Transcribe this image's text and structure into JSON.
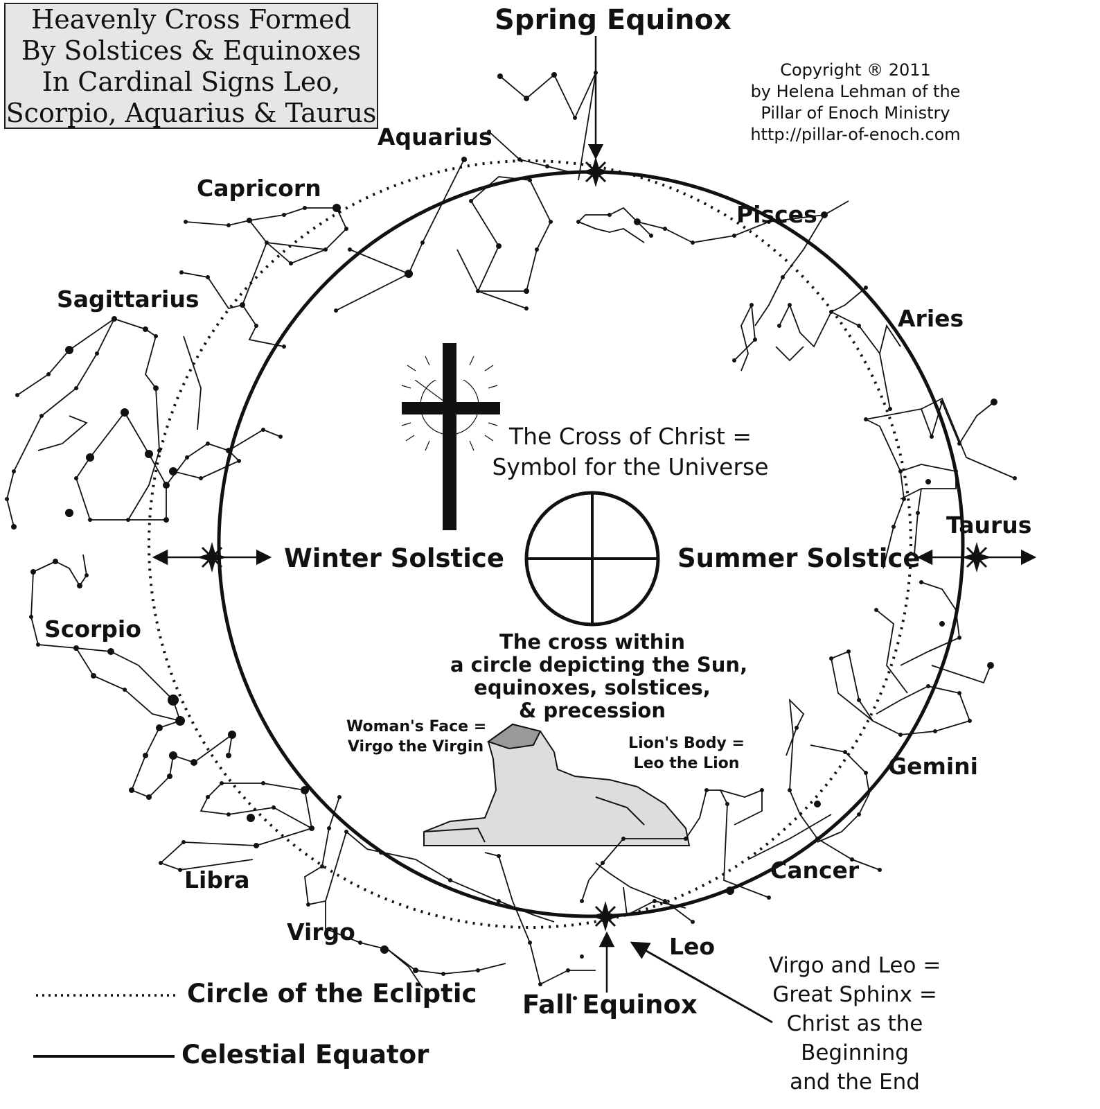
{
  "title_lines": [
    "Heavenly Cross Formed",
    "By Solstices & Equinoxes",
    "In Cardinal Signs Leo,",
    "Scorpio, Aquarius & Taurus"
  ],
  "copyright_lines": [
    "Copyright ® 2011",
    "by Helena Lehman of the",
    "Pillar of Enoch Ministry",
    "http://pillar-of-enoch.com"
  ],
  "equinox": {
    "spring": "Spring Equinox",
    "fall": "Fall Equinox"
  },
  "solstice": {
    "winter": "Winter Solstice",
    "summer": "Summer Solstice"
  },
  "constellations": {
    "aquarius": "Aquarius",
    "capricorn": "Capricorn",
    "sagittarius": "Sagittarius",
    "scorpio": "Scorpio",
    "libra": "Libra",
    "virgo": "Virgo",
    "leo": "Leo",
    "cancer": "Cancer",
    "gemini": "Gemini",
    "taurus": "Taurus",
    "aries": "Aries",
    "pisces": "Pisces"
  },
  "cross_caption_lines": [
    "The Cross of Christ =",
    "Symbol for the Universe"
  ],
  "sun_cross_caption_lines": [
    "The cross within",
    "a circle depicting the Sun,",
    "equinoxes, solstices,",
    "& precession"
  ],
  "sphinx": {
    "face_lines": [
      "Woman's Face =",
      "Virgo the Virgin"
    ],
    "body_lines": [
      "Lion's Body =",
      "Leo the Lion"
    ]
  },
  "virgo_leo_lines": [
    "Virgo and Leo =",
    "Great Sphinx =",
    "Christ as the",
    "Beginning",
    "and the End"
  ],
  "legend": {
    "ecliptic": "Circle of the Ecliptic",
    "equator": "Celestial Equator"
  },
  "colors": {
    "ink": "#111111",
    "title_box_bg": "#e6e6e6",
    "background": "#ffffff"
  }
}
